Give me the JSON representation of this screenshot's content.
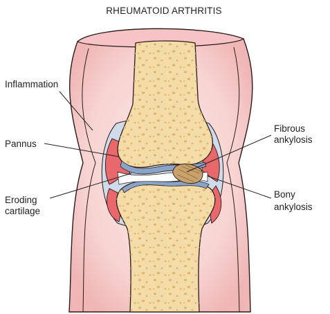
{
  "title": "RHEUMATOID ARTHRITIS",
  "labels": {
    "inflammation": "Inflammation",
    "pannus": "Pannus",
    "eroding_cartilage_line1": "Eroding",
    "eroding_cartilage_line2": "cartilage",
    "fibrous_ankylosis_line1": "Fibrous",
    "fibrous_ankylosis_line2": "ankylosis",
    "bony_ankylosis_line1": "Bony",
    "bony_ankylosis_line2": "ankylosis"
  },
  "colors": {
    "capsule_outer": "#f4c6c6",
    "capsule_inner": "#fbe3e2",
    "capsule_outline": "#2a1a1a",
    "bone": "#f4dca8",
    "bone_pores": "#e6bf78",
    "synovial_fluid": "#c9d6e6",
    "pannus": "#e86a6e",
    "cartilage": "#8aa4c8",
    "fibrous_tissue": "#c9a16a"
  }
}
